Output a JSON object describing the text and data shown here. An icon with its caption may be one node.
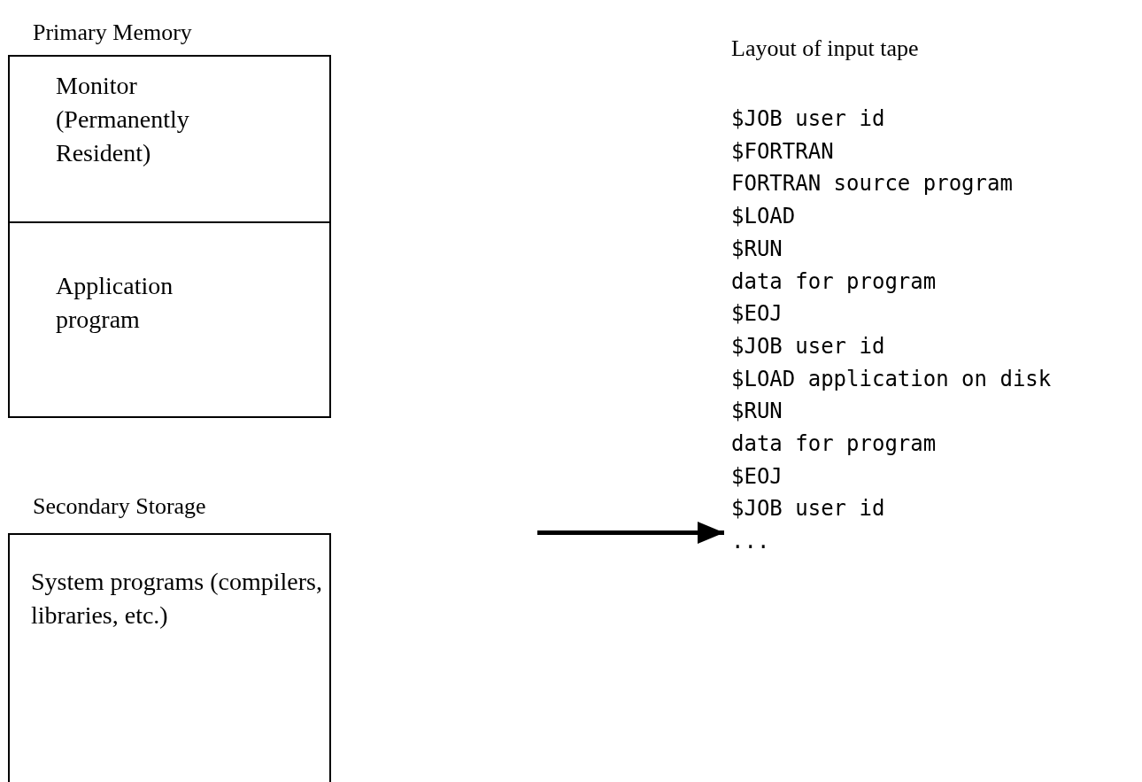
{
  "diagram": {
    "nodes": [
      {
        "text": [
          "Primary Memory"
        ]
      },
      {
        "text": [
          "Monitor (Permanently Resident)"
        ],
        "in": 0
      },
      {
        "text": [
          "Application program"
        ],
        "in": 0
      },
      {
        "text": [
          "Secondary Storage",
          "System programs (compilers, libraries, etc.)"
        ]
      },
      {
        "text": [
          "Layout of input tape",
          "$JOB user id",
          "$FORTRAN",
          "FORTRAN source program",
          "$LOAD",
          "$RUN",
          "data for program",
          "$EOJ",
          "$JOB user id",
          "$LOAD application on disk",
          "$RUN",
          "data for program",
          "$EOJ",
          "$JOB user id",
          "..."
        ]
      }
    ],
    "edges": [
      {
        "from": null,
        "to": 4,
        "arrow": "to"
      }
    ]
  }
}
